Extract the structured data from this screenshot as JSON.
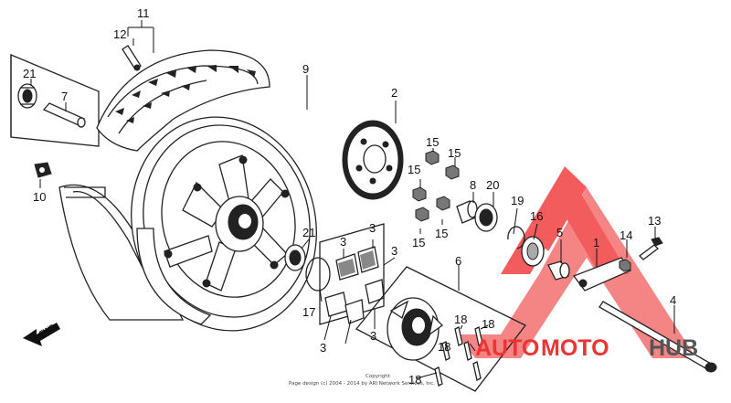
{
  "callouts": {
    "c11": "11",
    "c12": "12",
    "c21a": "21",
    "c7": "7",
    "c10": "10",
    "c9": "9",
    "c2": "2",
    "c15a": "15",
    "c15b": "15",
    "c15c": "15",
    "c15d": "15",
    "c15e": "15",
    "c8": "8",
    "c20": "20",
    "c19": "19",
    "c16": "16",
    "c5": "5",
    "c1": "1",
    "c14": "14",
    "c13": "13",
    "c21b": "21",
    "c17": "17",
    "c3a": "3",
    "c3b": "3",
    "c3c": "3",
    "c3d": "3",
    "c3e": "3",
    "c6": "6",
    "c4": "4",
    "c18a": "18",
    "c18b": "18",
    "c18c": "18",
    "c18d": "18"
  },
  "direction": {
    "fwd": "FWD"
  },
  "watermark": {
    "part1": "AUTO",
    "part2": "MOTO",
    "part3": "HUB"
  },
  "copyright": {
    "line1": "Copyright",
    "line2": "Page design (c) 2004 - 2014 by ARI Network Services, Inc."
  },
  "colors": {
    "watermark_red": "#ee3333",
    "watermark_gray": "#555555",
    "line": "#222222"
  }
}
